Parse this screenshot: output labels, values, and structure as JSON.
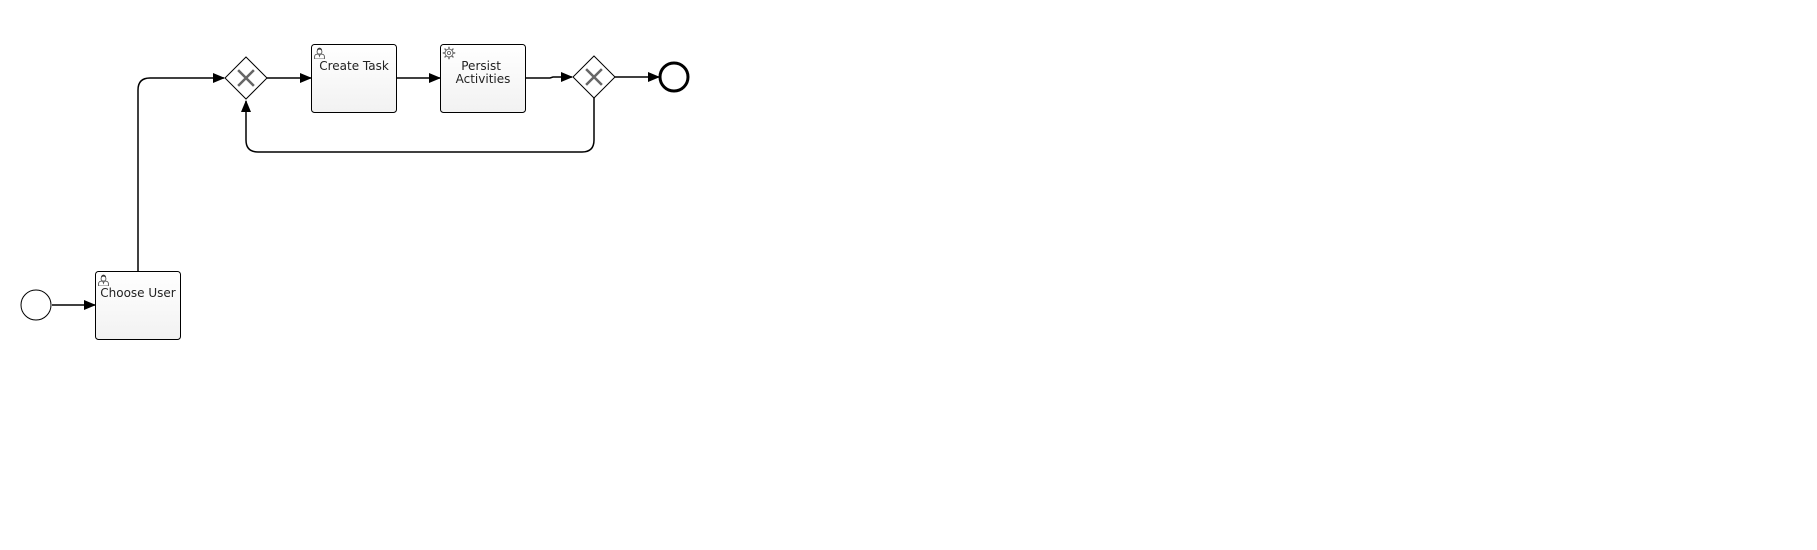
{
  "diagram": {
    "type": "bpmn-process",
    "colors": {
      "stroke": "#000000",
      "task_fill_top": "#ffffff",
      "task_fill_bottom": "#f2f2f2",
      "gateway_mark": "#666666",
      "icon": "#666666"
    },
    "start_event": {
      "kind": "start-event"
    },
    "end_event": {
      "kind": "end-event"
    },
    "tasks": {
      "choose_user": {
        "label": "Choose User",
        "kind": "user-task",
        "icon": "user-icon"
      },
      "create_task": {
        "label": "Create Task",
        "kind": "user-task",
        "icon": "user-icon"
      },
      "persist_activities": {
        "label_lines": [
          "Persist",
          "Activities"
        ],
        "kind": "service-task",
        "icon": "gear-icon"
      }
    },
    "gateways": {
      "merge": {
        "kind": "exclusive-gateway"
      },
      "split": {
        "kind": "exclusive-gateway"
      }
    },
    "flows": [
      {
        "from": "start_event",
        "to": "choose_user"
      },
      {
        "from": "choose_user",
        "to": "merge"
      },
      {
        "from": "merge",
        "to": "create_task"
      },
      {
        "from": "create_task",
        "to": "persist_activities"
      },
      {
        "from": "persist_activities",
        "to": "split"
      },
      {
        "from": "split",
        "to": "end_event"
      },
      {
        "from": "split",
        "to": "merge"
      }
    ]
  }
}
